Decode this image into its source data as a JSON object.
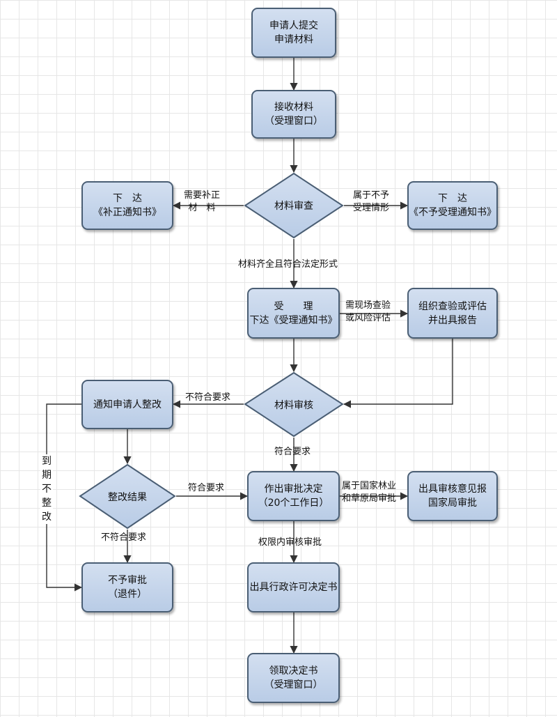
{
  "nodes": {
    "submit": "申请人提交\n申请材料",
    "receive": "接收材料\n（受理窗口）",
    "review": "材料审查",
    "notice_correction": "下　达\n《补正通知书》",
    "notice_reject": "下　达\n《不予受理通知书》",
    "accept": "受　　理\n下达《受理通知书》",
    "inspection": "组织查验或评估\n并出具报告",
    "audit": "材料审核",
    "rectify_notice": "通知申请人整改",
    "rectify_result": "整改结果",
    "decision": "作出审批决定\n（20个工作日）",
    "report_bureau": "出具审核意见报\n国家局审批",
    "no_approval": "不予审批\n（退件）",
    "license": "出具行政许可决定书",
    "collect": "领取决定书\n（受理窗口）"
  },
  "edge_labels": {
    "need_correction": "需要补正\n材　料",
    "not_accepted": "属于不予\n受理情形",
    "complete": "材料齐全且符合法定形式",
    "need_inspection": "需现场查验\n或风险评估",
    "not_meet": "不符合要求",
    "meet_audit": "符合要求",
    "meet_rectify": "符合要求",
    "not_meet_rectify": "不符合要求",
    "national": "属于国家林业\n和草原局审批",
    "within_authority": "权限内审核审批",
    "overdue": "到\n期\n不\n整\n改"
  },
  "colors": {
    "node_fill_top": "#d3dff0",
    "node_fill_bottom": "#b9cce6",
    "node_border": "#4a5e74",
    "line": "#333333"
  }
}
